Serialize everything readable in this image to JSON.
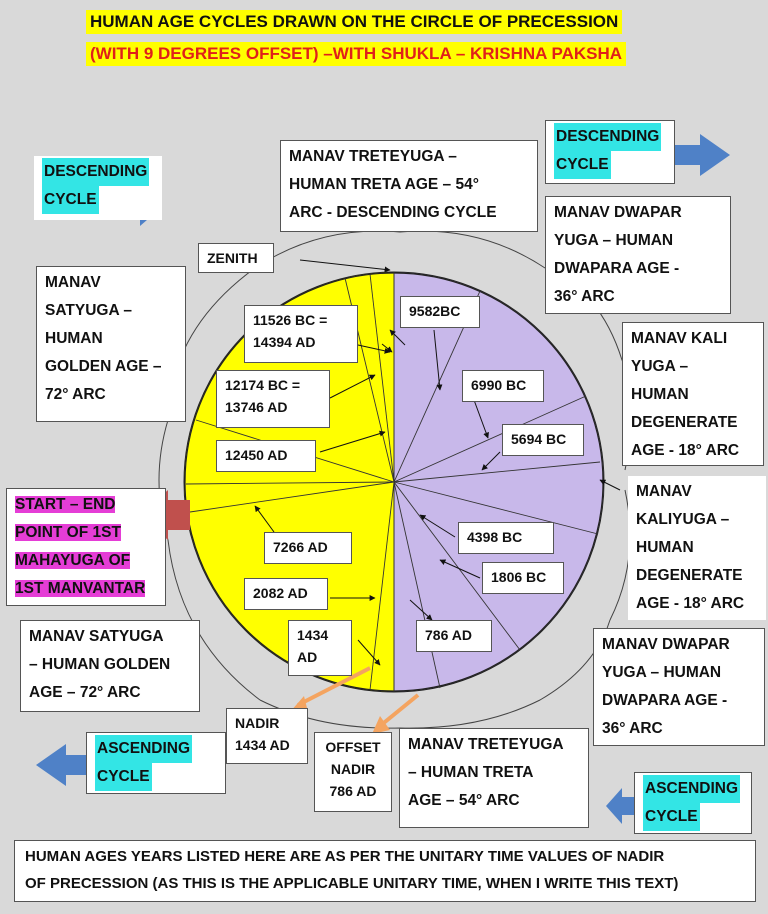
{
  "title": {
    "line1": "HUMAN AGE CYCLES DRAWN ON THE CIRCLE OF PRECESSION",
    "line2": "(WITH 9 DEGREES OFFSET) –WITH SHUKLA – KRISHNA PAKSHA"
  },
  "colors": {
    "golden_half": "#ffff00",
    "treta_half": "#c8b8ea",
    "title_bg": "#ffff00",
    "title2_color": "#e0201a",
    "cyan": "#33e5e5",
    "magenta": "#e53dd6",
    "blue_arrow": "#4f81c7",
    "red_arrow": "#c0504d",
    "orange_arrow": "#f4a460"
  },
  "cycles": {
    "descending_left": [
      "DESCENDING",
      "CYCLE"
    ],
    "descending_right": [
      "DESCENDING",
      "CYCLE"
    ],
    "ascending_left": [
      "ASCENDING",
      "CYCLE"
    ],
    "ascending_right": [
      "ASCENDING",
      "CYCLE"
    ]
  },
  "ages": {
    "treta_top": [
      "MANAV TRETEYUGA –",
      "HUMAN TRETA AGE –  54°",
      "ARC - DESCENDING CYCLE"
    ],
    "dwapar_top": [
      "MANAV DWAPAR",
      "YUGA – HUMAN",
      "DWAPARA AGE -",
      "36° ARC"
    ],
    "satyuga_top": [
      "MANAV",
      "SATYUGA –",
      "HUMAN",
      "GOLDEN AGE –",
      "72° ARC"
    ],
    "kali_upper": [
      "MANAV KALI",
      "YUGA –",
      "HUMAN",
      "DEGENERATE",
      "AGE - 18° ARC"
    ],
    "kali_lower": [
      "MANAV",
      "KALIYUGA –",
      "HUMAN",
      "DEGENERATE",
      "AGE - 18° ARC"
    ],
    "dwapar_bottom": [
      "MANAV DWAPAR",
      "YUGA – HUMAN",
      "DWAPARA AGE -",
      "36° ARC"
    ],
    "satyuga_bottom": [
      "MANAV SATYUGA",
      "– HUMAN GOLDEN",
      "AGE – 72° ARC"
    ],
    "treta_bottom": [
      "MANAV TRETEYUGA",
      "– HUMAN TRETA",
      "AGE –  54° ARC"
    ]
  },
  "start_point": [
    "START – END",
    "POINT OF 1ST",
    "MAHAYUGA OF",
    "1ST MANVANTAR"
  ],
  "points": {
    "zenith": "ZENITH",
    "nadir": [
      "NADIR",
      "1434 AD"
    ],
    "offset_nadir": [
      "OFFSET",
      "NADIR",
      "786 AD"
    ]
  },
  "dates": {
    "d11526": [
      "11526 BC =",
      "14394 AD"
    ],
    "d12174": [
      "12174 BC =",
      "13746 AD"
    ],
    "d12450": "12450 AD",
    "d7266": "7266 AD",
    "d2082": "2082 AD",
    "d1434": [
      "1434",
      "AD"
    ],
    "d9582": "9582BC",
    "d6990": "6990 BC",
    "d5694": "5694 BC",
    "d4398": "4398 BC",
    "d1806": "1806 BC",
    "d786": "786 AD"
  },
  "footer": [
    "HUMAN AGES YEARS LISTED HERE ARE AS PER THE UNITARY TIME VALUES OF NADIR",
    "OF PRECESSION (AS THIS IS THE APPLICABLE UNITARY TIME, WHEN I WRITE THIS TEXT)"
  ]
}
